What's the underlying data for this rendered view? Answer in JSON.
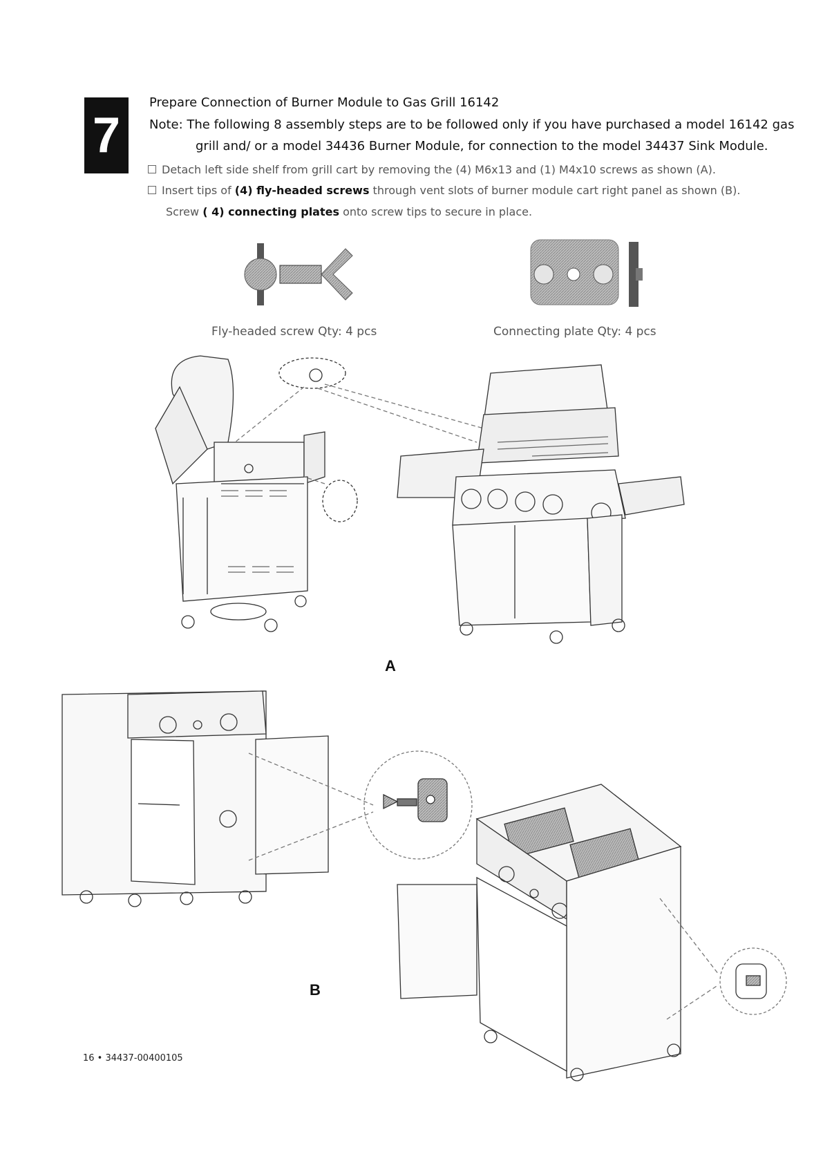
{
  "step": {
    "number": "7",
    "title": "Prepare Connection of Burner Module to Gas Grill 16142",
    "note_line1": "Note: The following 8 assembly steps are to be followed only if you have purchased a model 16142 gas",
    "note_line2": "grill and/ or a model 34436 Burner Module, for connection to the model 34437 Sink Module."
  },
  "instructions": {
    "item1": "Detach left side shelf from grill cart by removing the (4) M6x13 and (1) M4x10 screws as shown (A).",
    "item2_pre": "Insert tips of ",
    "item2_bold": "(4) fly-headed screws",
    "item2_post": " through vent slots of burner module cart right panel as shown (B).",
    "item3_pre": "Screw ",
    "item3_bold": "( 4) connecting plates",
    "item3_post": " onto screw tips to secure in place."
  },
  "parts": [
    {
      "caption": "Fly-headed screw Qty: 4 pcs",
      "icon": "fly-headed-screw-icon"
    },
    {
      "caption": "Connecting plate Qty: 4 pcs",
      "icon": "connecting-plate-icon"
    }
  ],
  "figures": {
    "label_a": "A",
    "label_b": "B"
  },
  "footer": {
    "page_ref": "16 • 34437-00400105"
  }
}
